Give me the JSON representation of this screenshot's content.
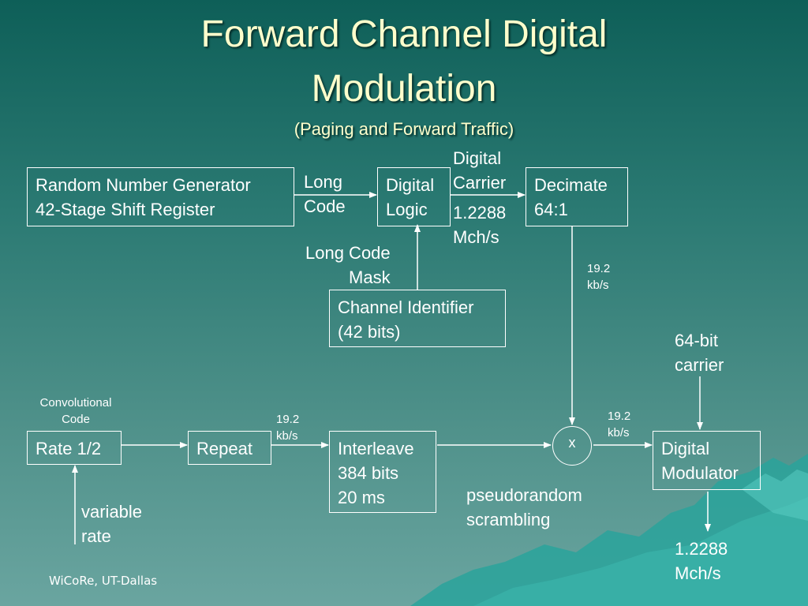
{
  "title": {
    "line1": "Forward Channel Digital",
    "line2": "Modulation",
    "subtitle": "(Paging and Forward Traffic)"
  },
  "boxes": {
    "rng": "Random Number Generator\n42-Stage Shift Register",
    "digital_logic": "Digital\nLogic",
    "decimate": "Decimate\n64:1",
    "channel_id": "Channel Identifier\n(42 bits)",
    "rate": "Rate 1/2",
    "repeat": "Repeat",
    "interleave": "Interleave\n384 bits\n20 ms",
    "digital_modulator": "Digital\nModulator",
    "multiplier": "x"
  },
  "labels": {
    "long_code": "Long\nCode",
    "digital_carrier": "Digital\nCarrier",
    "carrier_rate": "1.2288\nMch/s",
    "long_code_mask": "Long Code\n         Mask",
    "decimate_rate": "19.2\nkb/s",
    "carrier_64bit": "64-bit\ncarrier",
    "convolutional_code": "Convolutional\nCode",
    "repeat_rate": "19.2\nkb/s",
    "mult_rate": "19.2\nkb/s",
    "pseudorandom": "pseudorandom\nscrambling",
    "variable_rate": "variable\nrate",
    "output_rate": "1.2288\nMch/s"
  },
  "footer": "WiCoRe, UT-Dallas",
  "colors": {
    "title": "#ffffcc",
    "background_top": "#0e5f58",
    "background_bottom": "#6aa5a0",
    "mountain": "#2aa39b"
  }
}
